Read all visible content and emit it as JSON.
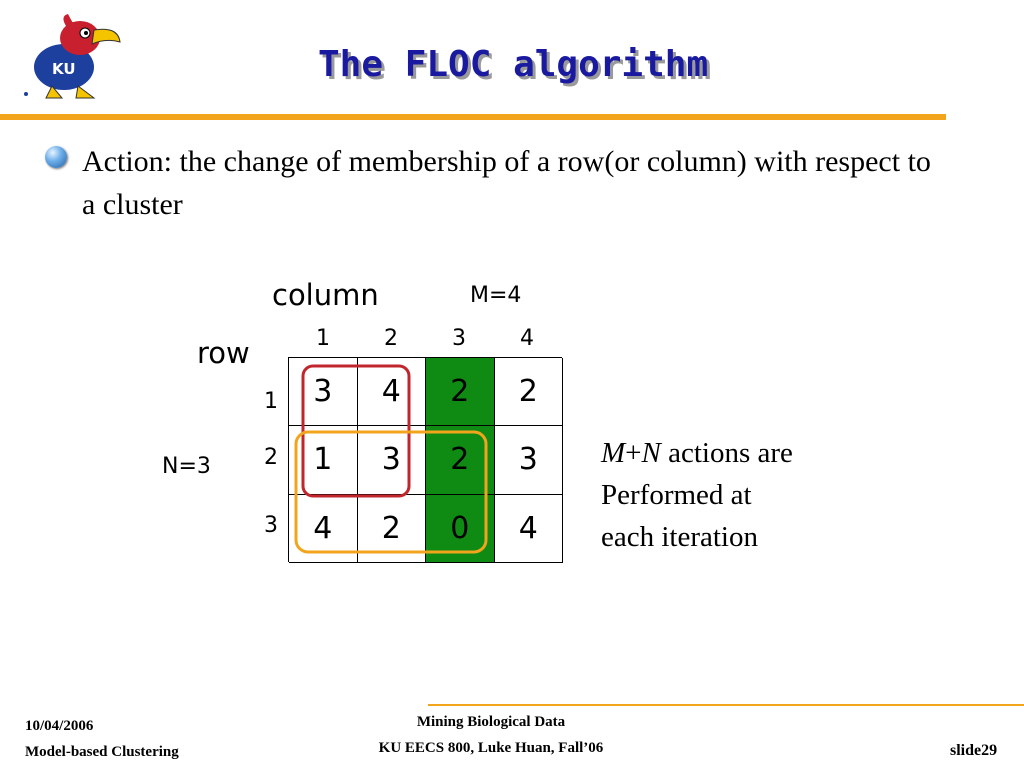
{
  "slide": {
    "title": "The FLOC algorithm",
    "bullet_text": "Action: the change of membership of a row(or column) with respect to a cluster"
  },
  "matrix": {
    "column_label": "column",
    "row_label": "row",
    "m_label": "M=4",
    "n_label": "N=3",
    "col_headers": [
      "1",
      "2",
      "3",
      "4"
    ],
    "row_headers": [
      "1",
      "2",
      "3"
    ],
    "cells": [
      [
        "3",
        "4",
        "2",
        "2"
      ],
      [
        "1",
        "3",
        "2",
        "3"
      ],
      [
        "4",
        "2",
        "0",
        "4"
      ]
    ],
    "highlighted_column": 3,
    "highlight_color": "#0f8a12",
    "red_box_color": "#c0262c",
    "orange_box_color": "#f2a51c"
  },
  "note": {
    "m": "M",
    "plus": "+",
    "n": "N",
    "rest": " actions are",
    "line2": "Performed at",
    "line3": "each iteration"
  },
  "footer": {
    "date": "10/04/2006",
    "topic": "Model-based Clustering",
    "course_line1": "Mining Biological Data",
    "course_line2": "KU EECS 800, Luke Huan, Fall’06",
    "slide_number": "slide29"
  },
  "logo": {
    "text": "KU",
    "icon": "jayhawk-logo-icon"
  }
}
